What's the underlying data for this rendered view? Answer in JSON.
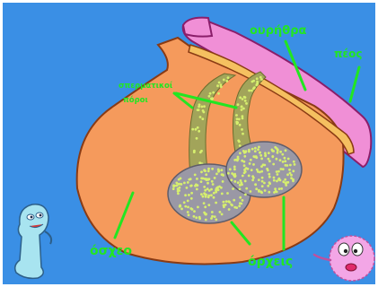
{
  "diagram": {
    "labels": {
      "urethra": "ουρήθρα",
      "penis": "πέος",
      "seminal_ducts_line1": "σπερματικοί",
      "seminal_ducts_line2": "πόροι",
      "scrotum": "όσχεο",
      "testicles": "όρχεις"
    },
    "icons": [
      "blue-cartoon-character-icon",
      "pink-fuzzy-cartoon-character-icon"
    ],
    "colors": {
      "background": "#3a8fe5",
      "scrotum": "#f59a5c",
      "penis": "#f08fd6",
      "urethra": "#f5c060",
      "testicle": "#9a98a5",
      "sperm_dots": "#d6ef6e",
      "label": "#22e622"
    }
  }
}
